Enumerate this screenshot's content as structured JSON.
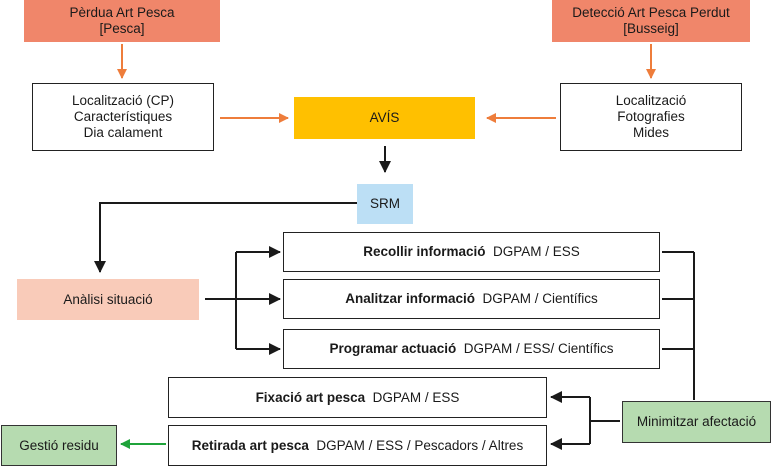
{
  "perdua": {
    "line1": "Pèrdua Art Pesca",
    "line2": "[Pesca]"
  },
  "deteccio": {
    "line1": "Detecció Art Pesca Perdut",
    "line2": "[Busseig]"
  },
  "left_info": {
    "line1": "Localització (CP)",
    "line2": "Característiques",
    "line3": "Dia calament"
  },
  "right_info": {
    "line1": "Localització",
    "line2": "Fotografies",
    "line3": "Mides"
  },
  "avis": "AVÍS",
  "srm": "SRM",
  "analisi": "Anàlisi situació",
  "recollir": {
    "action": "Recollir informació",
    "agents": "DGPAM / ESS"
  },
  "analitzar": {
    "action": "Analitzar informació",
    "agents": "DGPAM / Científics"
  },
  "programar": {
    "action": "Programar actuació",
    "agents": "DGPAM / ESS/ Científics"
  },
  "fixacio": {
    "action": "Fixació art pesca",
    "agents": "DGPAM / ESS"
  },
  "retirada": {
    "action": "Retirada art pesca",
    "agents": "DGPAM / ESS / Pescadors / Altres"
  },
  "minimitzar": "Minimitzar afectació",
  "gestio": "Gestió residu",
  "colors": {
    "orange_arrow": "#ee7d3b",
    "green_arrow": "#1fa33a",
    "black": "#1a1a1a"
  }
}
